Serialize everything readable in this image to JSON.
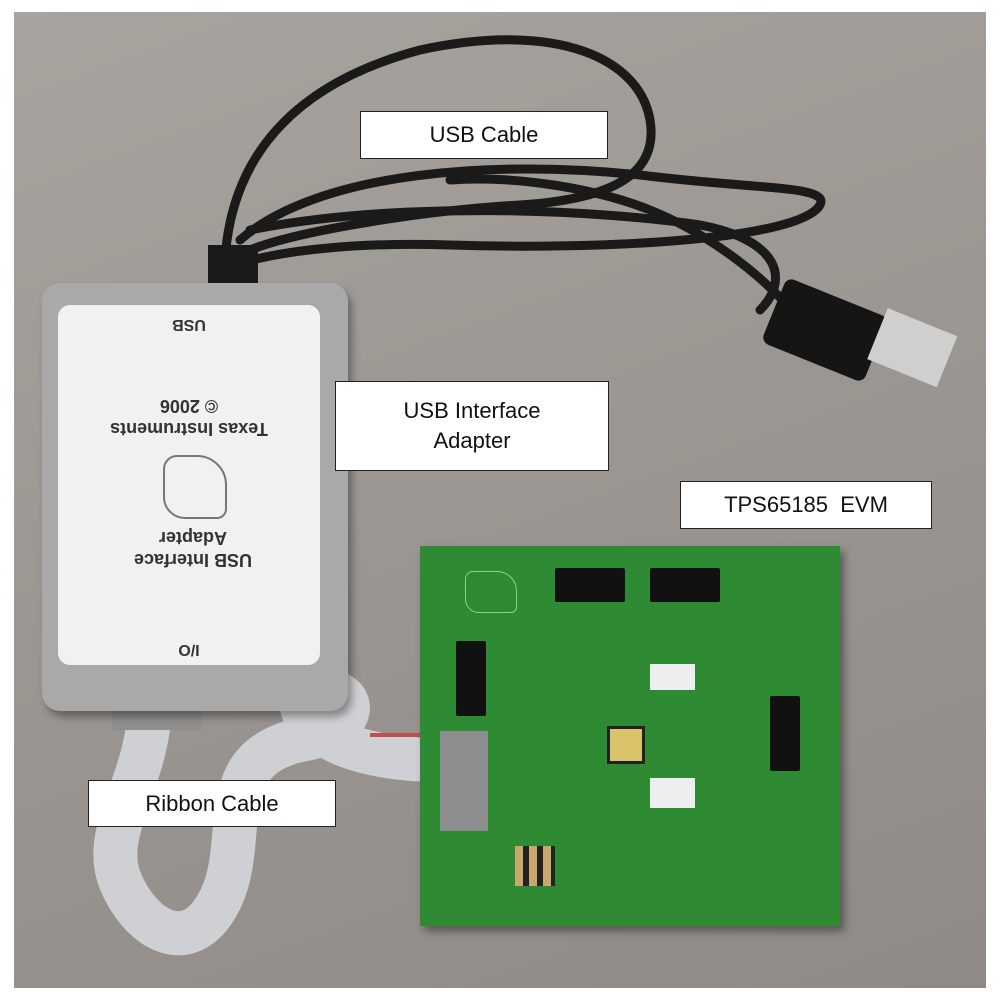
{
  "callouts": {
    "usb_cable": "USB Cable",
    "usb_interface_adapter": "USB Interface Adapter",
    "evm": "TPS65185  EVM",
    "ribbon_cable": "Ribbon Cable"
  },
  "adapter_label": {
    "top_port": "USB",
    "maker": "Texas Instruments",
    "copyright": "© 2006",
    "product": "USB Interface Adapter",
    "bottom_port": "I/O"
  },
  "colors": {
    "background": "#9c9792",
    "pcb": "#2f8a34",
    "adapter": "#a9a9a9"
  }
}
